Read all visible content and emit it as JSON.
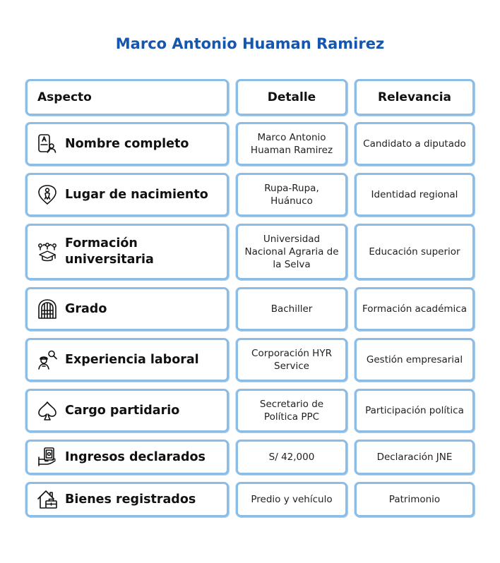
{
  "title": "Marco Antonio Huaman Ramirez",
  "header": {
    "aspect": "Aspecto",
    "detail": "Detalle",
    "relevance": "Relevancia"
  },
  "rows": [
    {
      "aspect": "Nombre completo",
      "detail": "Marco Antonio Huaman Ramirez",
      "relevance": "Candidato a diputado",
      "icon": "id-card-user-icon"
    },
    {
      "aspect": "Lugar de nacimiento",
      "detail": "Rupa-Rupa, Huánuco",
      "relevance": "Identidad regional",
      "icon": "location-person-icon"
    },
    {
      "aspect": "Formación universitaria",
      "detail": "Universidad Nacional Agraria de la Selva",
      "relevance": "Educación superior",
      "icon": "graduation-cap-icon"
    },
    {
      "aspect": "Grado",
      "detail": "Bachiller",
      "relevance": "Formación académica",
      "icon": "arched-window-icon"
    },
    {
      "aspect": "Experiencia laboral",
      "detail": "Corporación HYR Service",
      "relevance": "Gestión empresarial",
      "icon": "worker-search-icon"
    },
    {
      "aspect": "Cargo partidario",
      "detail": "Secretario de Política PPC",
      "relevance": "Participación política",
      "icon": "spade-leaf-icon"
    },
    {
      "aspect": "Ingresos declarados",
      "detail": "S/ 42,000",
      "relevance": "Declaración JNE",
      "icon": "money-hand-icon"
    },
    {
      "aspect": "Bienes registrados",
      "detail": "Predio y vehículo",
      "relevance": "Patrimonio",
      "icon": "house-briefcase-icon"
    }
  ]
}
